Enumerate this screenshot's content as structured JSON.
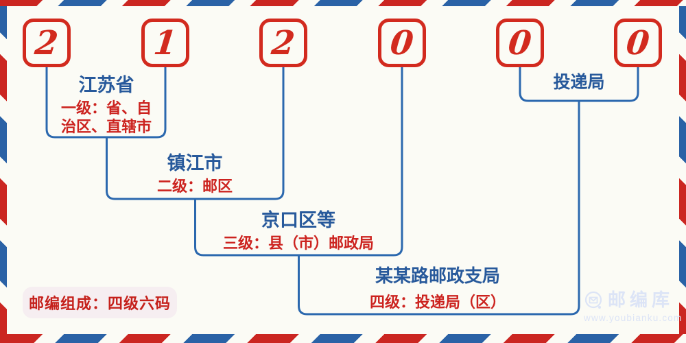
{
  "postal_code": {
    "value": "212000",
    "digits": [
      "2",
      "1",
      "2",
      "0",
      "0",
      "0"
    ]
  },
  "annotations": {
    "province": {
      "title": "江苏省",
      "desc": "一级：省、自治区、直辖市"
    },
    "city": {
      "title": "镇江市",
      "desc": "二级：邮区"
    },
    "county": {
      "title": "京口区等",
      "desc": "三级：县（市）邮政局"
    },
    "branch": {
      "title": "某某路邮政支局",
      "desc": "四级：投递局（区）"
    },
    "delivery": {
      "title": "投递局"
    }
  },
  "footer_badge": {
    "label": "邮编组成：四级六码"
  },
  "watermark": {
    "brand": "邮编库",
    "url": "www.youbianku.com",
    "icon": "envelope-circle-icon"
  },
  "colors": {
    "stripe_red": "#cb2621",
    "stripe_blue": "#2a62a6",
    "digit_red": "#d22a1e",
    "line_blue": "#2b68ae",
    "title_blue": "#27599b",
    "desc_red": "#cc231f",
    "badge_bg": "#f6eef1",
    "watermark": "#dce4f6",
    "background": "#fbfbf5"
  }
}
